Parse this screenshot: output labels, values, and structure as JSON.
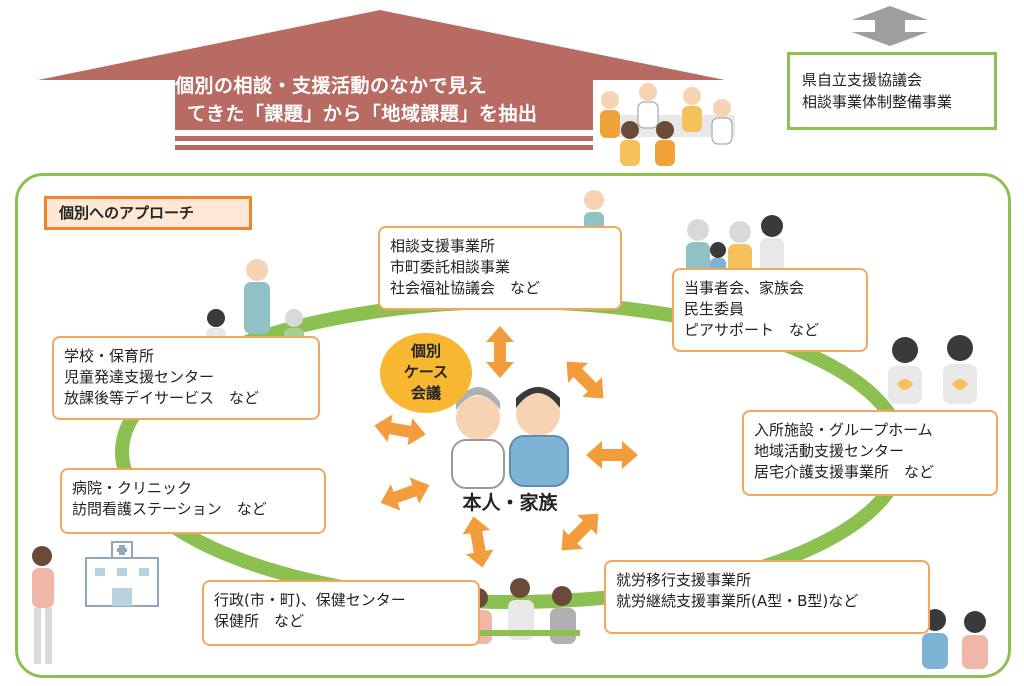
{
  "roof": {
    "title_line1": "個別の相談・支援活動のなかで見え",
    "title_line2": "てきた「課題」から「地域課題」を抽出",
    "color": "#b86b62"
  },
  "council": {
    "line1": "県自立支援協議会",
    "line2": "相談事業体制整備事業"
  },
  "approach_label": "個別へのアプローチ",
  "case_meeting": {
    "line1": "個別",
    "line2": "ケース",
    "line3": "会議"
  },
  "center_label": "本人・家族",
  "nodes": {
    "consult": [
      "相談支援事業所",
      "市町委託相談事業",
      "社会福祉協議会　など"
    ],
    "family": [
      "当事者会、家族会",
      "民生委員",
      "ピアサポート　など"
    ],
    "school": [
      "学校・保育所",
      "児童発達支援センター",
      "放課後等デイサービス　など"
    ],
    "facility": [
      "入所施設・グループホーム",
      "地域活動支援センター",
      "居宅介護支援事業所　など"
    ],
    "hospital": [
      "病院・クリニック",
      "訪問看護ステーション　など"
    ],
    "employment": [
      "就労移行支援事業所",
      "就労継続支援事業所(A型・B型)など"
    ],
    "government": [
      "行政(市・町)、保健センター",
      "保健所　など"
    ]
  },
  "colors": {
    "ring": "#8cc152",
    "arrow": "#f39c3c",
    "node_border": "#f2a65e",
    "label_border": "#f0842b"
  }
}
